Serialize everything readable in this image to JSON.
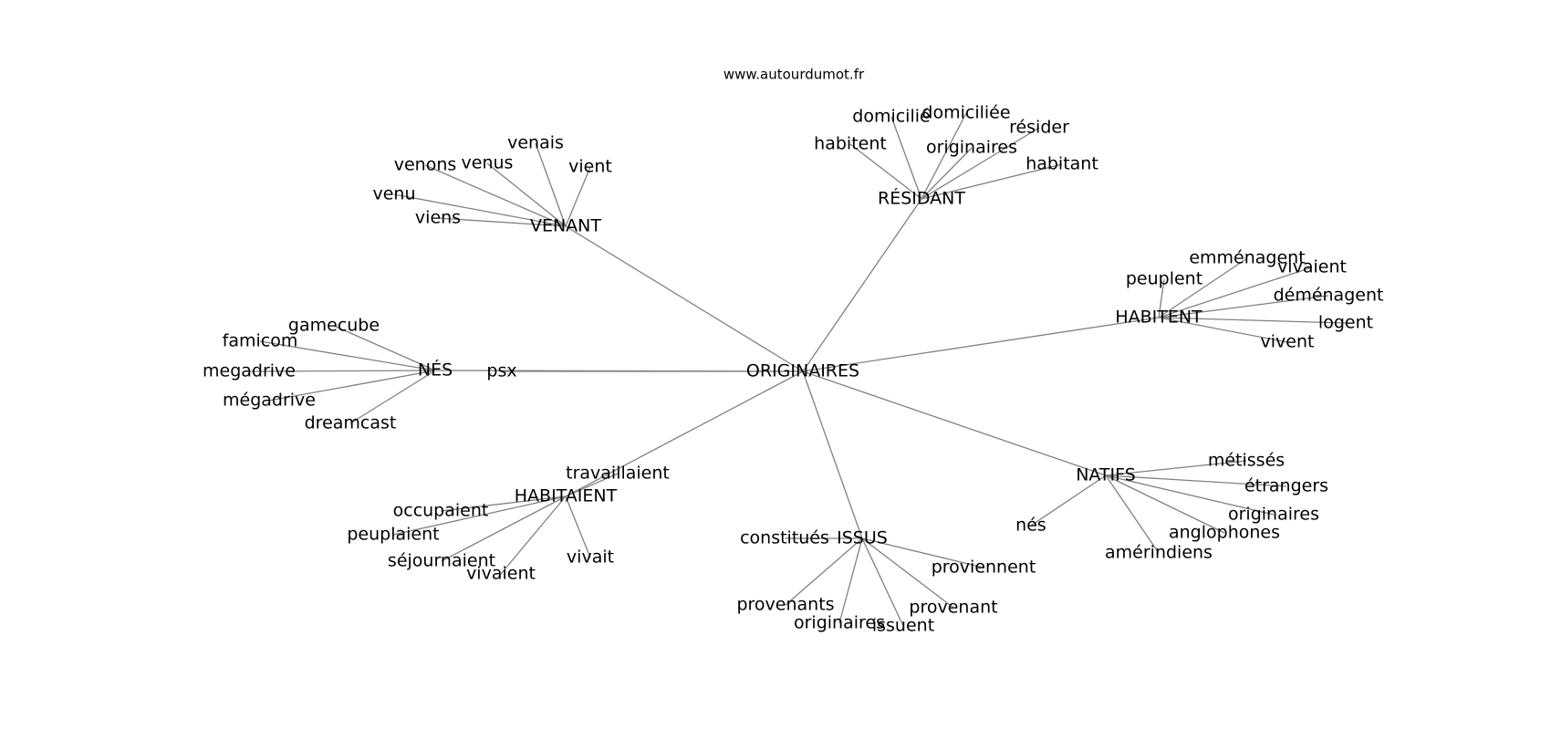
{
  "source": "www.autourdumot.fr",
  "edge_color": "#808080",
  "graph": {
    "center": "ORIGINAIRES",
    "clusters": [
      {
        "hub": "VENANT",
        "words": [
          "venais",
          "venons",
          "venus",
          "vient",
          "venu",
          "viens"
        ]
      },
      {
        "hub": "RÉSIDANT",
        "words": [
          "domicilié",
          "domiciliée",
          "résider",
          "habitent",
          "originaires",
          "habitant"
        ]
      },
      {
        "hub": "HABITENT",
        "words": [
          "emménagent",
          "peuplent",
          "vivaient",
          "déménagent",
          "logent",
          "vivent"
        ]
      },
      {
        "hub": "NÉS",
        "words": [
          "gamecube",
          "famicom",
          "megadrive",
          "mégadrive",
          "dreamcast"
        ]
      },
      {
        "hub": "NATIFS",
        "words": [
          "métissés",
          "étrangers",
          "originaires",
          "anglophones",
          "nés",
          "amérindiens"
        ]
      },
      {
        "hub": "ISSUS",
        "words": [
          "constitués",
          "proviennent",
          "provenants",
          "originaires",
          "provenant",
          "issuent"
        ]
      },
      {
        "hub": "HABITAIENT",
        "words": [
          "travaillaient",
          "occupaient",
          "peuplaient",
          "séjournaient",
          "vivaient",
          "vivait"
        ]
      }
    ],
    "direct_words": [
      "psx"
    ]
  }
}
